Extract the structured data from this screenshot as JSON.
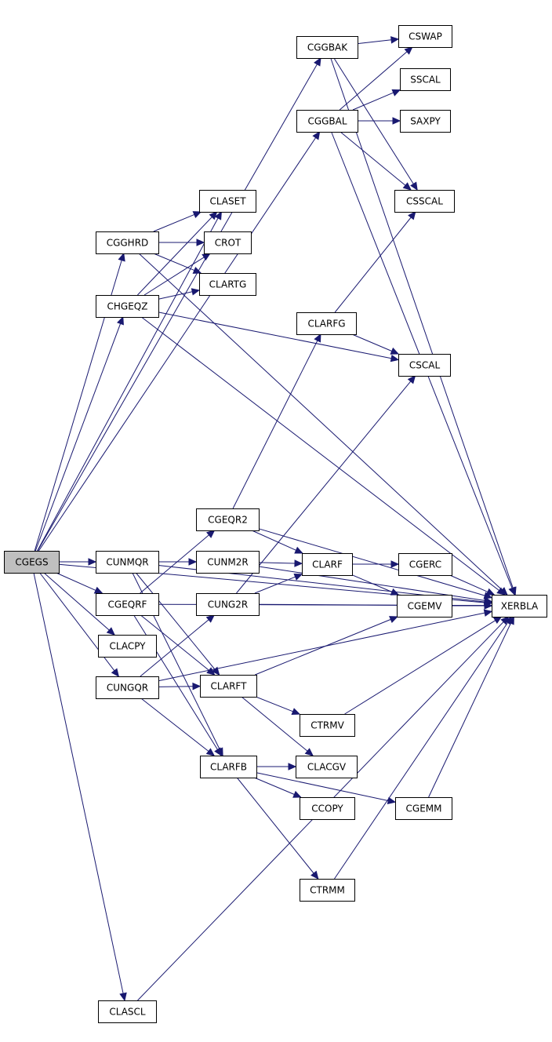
{
  "diagram": {
    "type": "call-graph",
    "colors": {
      "edge": "#191970",
      "node_border": "#000000",
      "node_fill": "#ffffff",
      "root_fill": "#bfbfbf"
    },
    "nodes": [
      {
        "id": "CGEGS",
        "label": "CGEGS",
        "root": true
      },
      {
        "id": "CGGBAK",
        "label": "CGGBAK"
      },
      {
        "id": "CGGBAL",
        "label": "CGGBAL"
      },
      {
        "id": "CGGHRD",
        "label": "CGGHRD"
      },
      {
        "id": "CHGEQZ",
        "label": "CHGEQZ"
      },
      {
        "id": "CUNMQR",
        "label": "CUNMQR"
      },
      {
        "id": "CGEQRF",
        "label": "CGEQRF"
      },
      {
        "id": "CLACPY",
        "label": "CLACPY"
      },
      {
        "id": "CUNGQR",
        "label": "CUNGQR"
      },
      {
        "id": "CLASCL",
        "label": "CLASCL"
      },
      {
        "id": "CSWAP",
        "label": "CSWAP"
      },
      {
        "id": "SSCAL",
        "label": "SSCAL"
      },
      {
        "id": "SAXPY",
        "label": "SAXPY"
      },
      {
        "id": "CSSCAL",
        "label": "CSSCAL"
      },
      {
        "id": "CLASET",
        "label": "CLASET"
      },
      {
        "id": "CROT",
        "label": "CROT"
      },
      {
        "id": "CLARTG",
        "label": "CLARTG"
      },
      {
        "id": "CLARFG",
        "label": "CLARFG"
      },
      {
        "id": "CSCAL",
        "label": "CSCAL"
      },
      {
        "id": "CGEQR2",
        "label": "CGEQR2"
      },
      {
        "id": "CUNM2R",
        "label": "CUNM2R"
      },
      {
        "id": "CUNG2R",
        "label": "CUNG2R"
      },
      {
        "id": "CLARF",
        "label": "CLARF"
      },
      {
        "id": "CGERC",
        "label": "CGERC"
      },
      {
        "id": "CGEMV",
        "label": "CGEMV"
      },
      {
        "id": "XERBLA",
        "label": "XERBLA"
      },
      {
        "id": "CLARFT",
        "label": "CLARFT"
      },
      {
        "id": "CTRMV",
        "label": "CTRMV"
      },
      {
        "id": "CLARFB",
        "label": "CLARFB"
      },
      {
        "id": "CLACGV",
        "label": "CLACGV"
      },
      {
        "id": "CCOPY",
        "label": "CCOPY"
      },
      {
        "id": "CGEMM",
        "label": "CGEMM"
      },
      {
        "id": "CTRMM",
        "label": "CTRMM"
      }
    ],
    "edges": [
      [
        "CGEGS",
        "CGGBAK"
      ],
      [
        "CGEGS",
        "CGGBAL"
      ],
      [
        "CGEGS",
        "CLASET"
      ],
      [
        "CGEGS",
        "CGGHRD"
      ],
      [
        "CGEGS",
        "CHGEQZ"
      ],
      [
        "CGEGS",
        "CUNMQR"
      ],
      [
        "CGEGS",
        "CGEQRF"
      ],
      [
        "CGEGS",
        "CLACPY"
      ],
      [
        "CGEGS",
        "CUNGQR"
      ],
      [
        "CGEGS",
        "CLASCL"
      ],
      [
        "CGEGS",
        "XERBLA"
      ],
      [
        "CGGBAK",
        "CSWAP"
      ],
      [
        "CGGBAK",
        "CSSCAL"
      ],
      [
        "CGGBAK",
        "XERBLA"
      ],
      [
        "CGGBAL",
        "CSWAP"
      ],
      [
        "CGGBAL",
        "SSCAL"
      ],
      [
        "CGGBAL",
        "SAXPY"
      ],
      [
        "CGGBAL",
        "CSSCAL"
      ],
      [
        "CGGBAL",
        "XERBLA"
      ],
      [
        "CGGHRD",
        "CLASET"
      ],
      [
        "CGGHRD",
        "CROT"
      ],
      [
        "CGGHRD",
        "CLARTG"
      ],
      [
        "CGGHRD",
        "XERBLA"
      ],
      [
        "CHGEQZ",
        "CLASET"
      ],
      [
        "CHGEQZ",
        "CROT"
      ],
      [
        "CHGEQZ",
        "CLARTG"
      ],
      [
        "CHGEQZ",
        "CSCAL"
      ],
      [
        "CHGEQZ",
        "XERBLA"
      ],
      [
        "CLARFG",
        "CSSCAL"
      ],
      [
        "CLARFG",
        "CSCAL"
      ],
      [
        "CUNMQR",
        "CUNM2R"
      ],
      [
        "CUNMQR",
        "CLARFT"
      ],
      [
        "CUNMQR",
        "CLARFB"
      ],
      [
        "CUNMQR",
        "XERBLA"
      ],
      [
        "CGEQRF",
        "CGEQR2"
      ],
      [
        "CGEQRF",
        "CLARFT"
      ],
      [
        "CGEQRF",
        "CLARFB"
      ],
      [
        "CGEQRF",
        "XERBLA"
      ],
      [
        "CUNGQR",
        "CUNG2R"
      ],
      [
        "CUNGQR",
        "CLARFT"
      ],
      [
        "CUNGQR",
        "CLARFB"
      ],
      [
        "CUNGQR",
        "XERBLA"
      ],
      [
        "CGEQR2",
        "CLARFG"
      ],
      [
        "CGEQR2",
        "CLARF"
      ],
      [
        "CGEQR2",
        "XERBLA"
      ],
      [
        "CUNM2R",
        "CLARF"
      ],
      [
        "CUNM2R",
        "XERBLA"
      ],
      [
        "CUNG2R",
        "CSCAL"
      ],
      [
        "CUNG2R",
        "CLARF"
      ],
      [
        "CUNG2R",
        "XERBLA"
      ],
      [
        "CLARF",
        "CGERC"
      ],
      [
        "CLARF",
        "CGEMV"
      ],
      [
        "CGERC",
        "XERBLA"
      ],
      [
        "CGEMV",
        "XERBLA"
      ],
      [
        "CLARFT",
        "CGEMV"
      ],
      [
        "CLARFT",
        "CTRMV"
      ],
      [
        "CLARFT",
        "CLACGV"
      ],
      [
        "CTRMV",
        "XERBLA"
      ],
      [
        "CLARFB",
        "CLACGV"
      ],
      [
        "CLARFB",
        "CCOPY"
      ],
      [
        "CLARFB",
        "CGEMM"
      ],
      [
        "CLARFB",
        "CTRMM"
      ],
      [
        "CGEMM",
        "XERBLA"
      ],
      [
        "CTRMM",
        "XERBLA"
      ],
      [
        "CLASCL",
        "XERBLA"
      ]
    ]
  }
}
